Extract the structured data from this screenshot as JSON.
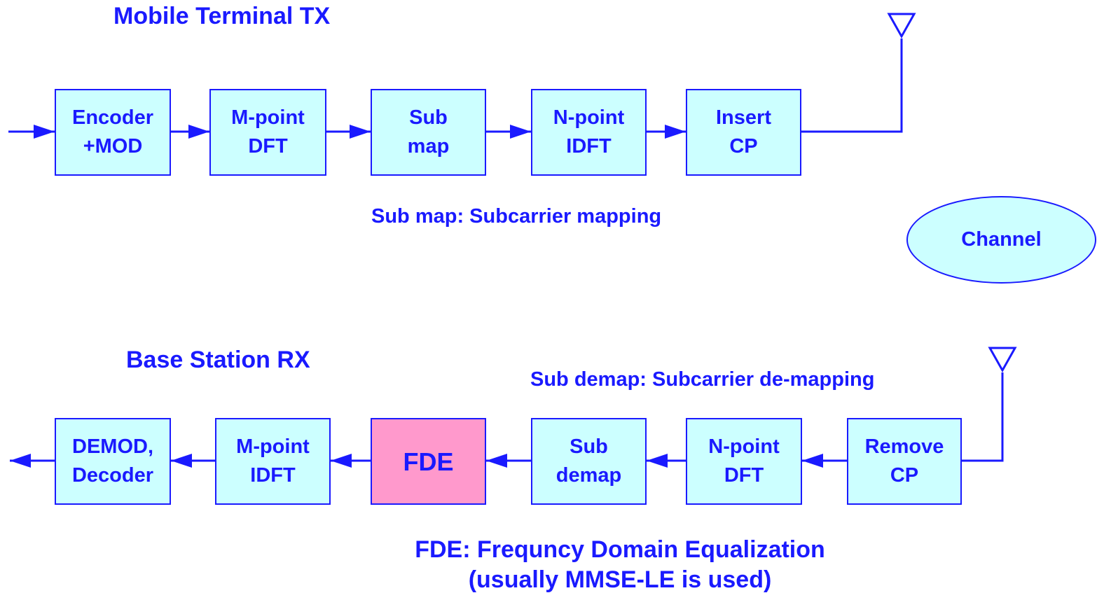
{
  "colors": {
    "line": "#1a1aff",
    "block_fill": "#ccffff",
    "fde_fill": "#ff99cc",
    "channel_fill": "#ccffff",
    "text": "#1a1aff"
  },
  "tx": {
    "title": "Mobile Terminal TX",
    "blocks": [
      {
        "line1": "Encoder",
        "line2": "+MOD"
      },
      {
        "line1": "M-point",
        "line2": "DFT"
      },
      {
        "line1": "Sub",
        "line2": "map"
      },
      {
        "line1": "N-point",
        "line2": "IDFT"
      },
      {
        "line1": "Insert",
        "line2": "CP"
      }
    ],
    "note": "Sub map: Subcarrier mapping",
    "antenna_icon": "antenna-triangle"
  },
  "channel": {
    "label": "Channel"
  },
  "rx": {
    "title": "Base Station RX",
    "note": "Sub demap: Subcarrier de-mapping",
    "blocks": [
      {
        "line1": "DEMOD,",
        "line2": "Decoder"
      },
      {
        "line1": "M-point",
        "line2": "IDFT"
      },
      {
        "line1": "FDE",
        "line2": ""
      },
      {
        "line1": "Sub",
        "line2": "demap"
      },
      {
        "line1": "N-point",
        "line2": "DFT"
      },
      {
        "line1": "Remove",
        "line2": "CP"
      }
    ],
    "fde_note_line1": "FDE: Frequncy Domain Equalization",
    "fde_note_line2": "(usually MMSE-LE is used)",
    "antenna_icon": "antenna-triangle"
  }
}
